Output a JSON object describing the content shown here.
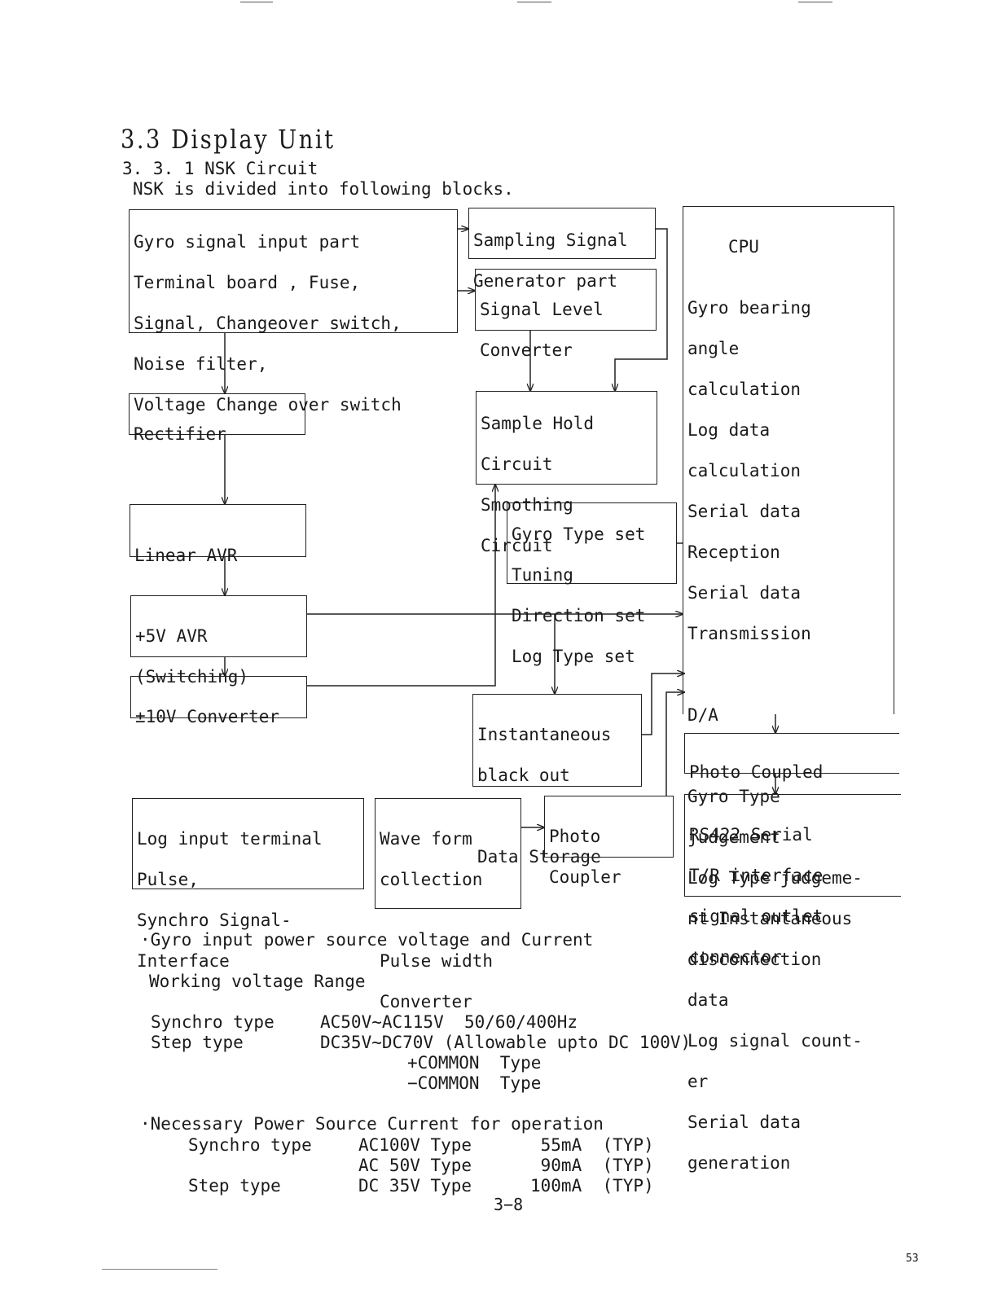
{
  "heading": "3.3 Display Unit",
  "subheading": "3. 3. 1 NSK Circuit",
  "intro": "NSK is divided into following blocks.",
  "blocks": {
    "gyro_input": [
      "Gyro signal input part",
      "Terminal board , Fuse,",
      "Signal, Changeover switch,",
      "Noise filter,",
      "Voltage Change over switch"
    ],
    "sampling": [
      "Sampling Signal",
      " Generator part"
    ],
    "signal_level": [
      "Signal Level",
      "Converter"
    ],
    "cpu_title": "CPU",
    "cpu_body": [
      "Gyro bearing",
      "angle",
      "calculation",
      "Log data",
      "calculation",
      "Serial data",
      "Reception",
      "Serial data",
      "Transmission",
      "",
      "D/A",
      "",
      "Gyro Type",
      "judgement",
      "Log Type judgeme-",
      "nt Instantaneous",
      "disconnection",
      "  data",
      "Log signal count-",
      "er",
      "Serial data",
      "generation"
    ],
    "rectifier": [
      "Rectifier"
    ],
    "sample_hold": [
      "Sample Hold",
      "Circuit",
      "Smoothing",
      "Circuit"
    ],
    "linear_avr": [
      "Linear AVR"
    ],
    "gyro_type": [
      "Gyro Type set",
      "Tuning",
      "Direction set",
      "Log Type set"
    ],
    "avr5": [
      "+5V AVR",
      " (Switching)"
    ],
    "conv10": [
      "±10V Converter"
    ],
    "inst_blackout": [
      "Instantaneous",
      " black out",
      "",
      " Data Storage"
    ],
    "photo_coupled": [
      "Photo Coupled"
    ],
    "log_input": [
      "Log input terminal",
      "Pulse,",
      "Synchro Signal-",
      "Interface"
    ],
    "waveform": [
      "Wave form",
      "collection",
      "",
      "Pulse width",
      "Converter"
    ],
    "photo_coupler": [
      "Photo",
      "Coupler"
    ],
    "rs422": [
      "RS422 Serial",
      "T/R interface",
      "signal outlet",
      "connector"
    ]
  },
  "specs": {
    "power_heading": "·Gyro input power source voltage and Current",
    "range_heading": "Working voltage Range",
    "synchro_label": "Synchro type",
    "synchro_value": "AC50V~AC115V  50/60/400Hz",
    "step_label": "Step type",
    "step_value": "DC35V~DC70V (Allowable upto DC 100V)",
    "common_plus": "+COMMON  Type",
    "common_minus": "−COMMON  Type",
    "current_heading": "·Necessary Power Source Current for operation",
    "current_rows": [
      {
        "label": "Synchro type",
        "type": "AC100V Type",
        "value": " 55mA  (TYP)"
      },
      {
        "label": "",
        "type": "AC 50V Type",
        "value": " 90mA  (TYP)"
      },
      {
        "label": "Step type",
        "type": "DC 35V Type",
        "value": "100mA  (TYP)"
      }
    ]
  },
  "page_number": "3−8",
  "corner_mark": "53"
}
